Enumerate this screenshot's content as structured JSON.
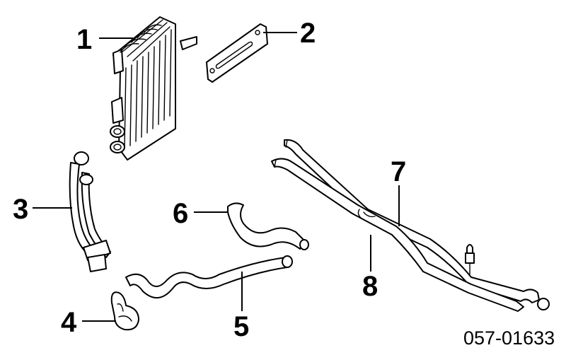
{
  "diagram": {
    "callouts": [
      {
        "id": "1",
        "label": "1"
      },
      {
        "id": "2",
        "label": "2"
      },
      {
        "id": "3",
        "label": "3"
      },
      {
        "id": "4",
        "label": "4"
      },
      {
        "id": "5",
        "label": "5"
      },
      {
        "id": "6",
        "label": "6"
      },
      {
        "id": "7",
        "label": "7"
      },
      {
        "id": "8",
        "label": "8"
      }
    ],
    "part_number": "057-01633"
  }
}
